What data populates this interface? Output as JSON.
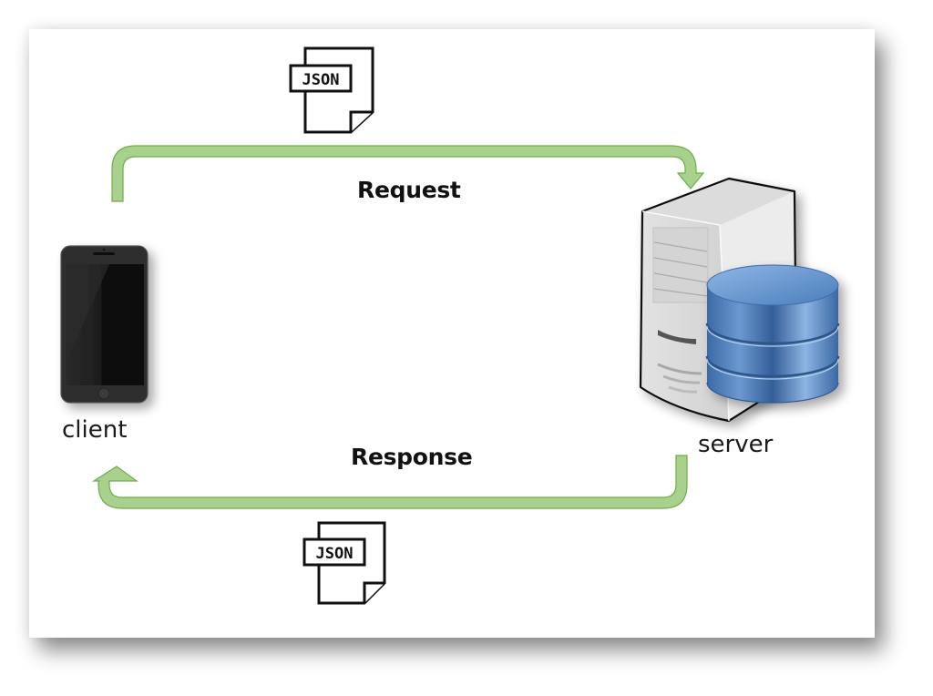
{
  "diagram": {
    "title": "Client-server JSON request/response",
    "nodes": {
      "client": {
        "label": "client",
        "icon": "smartphone-icon"
      },
      "server": {
        "label": "server",
        "icon": "server-tower-with-database-icon"
      }
    },
    "edges": {
      "request": {
        "label": "Request",
        "from": "client",
        "to": "server",
        "payload_icon": "json-file-icon",
        "payload_label": "JSON"
      },
      "response": {
        "label": "Response",
        "from": "server",
        "to": "client",
        "payload_icon": "json-file-icon",
        "payload_label": "JSON"
      }
    },
    "colors": {
      "arrow_fill": "#a9d18e",
      "arrow_stroke": "#70ad47",
      "database_blue": "#4f81bd",
      "server_gray": "#d9d9d9",
      "phone_black": "#111111"
    }
  }
}
